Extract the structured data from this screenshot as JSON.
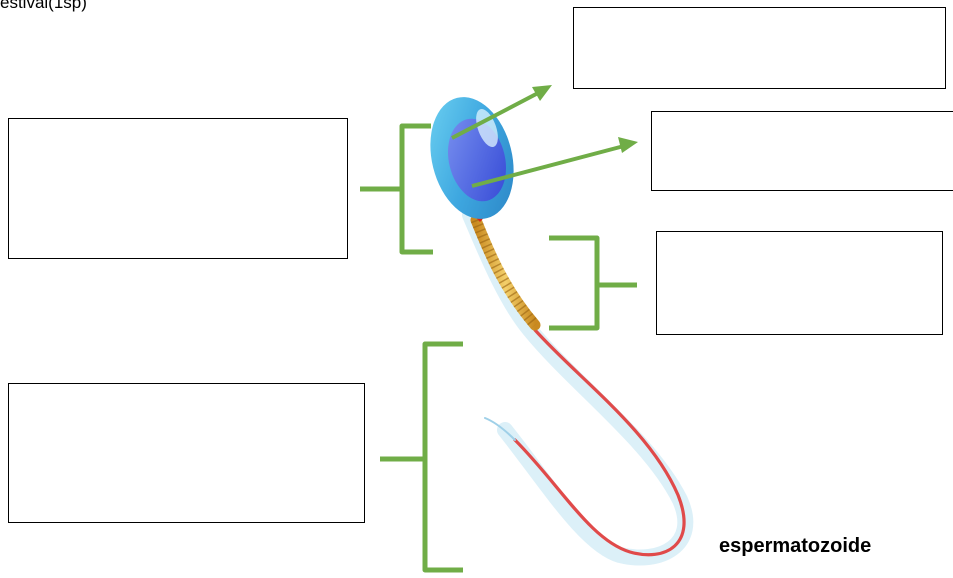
{
  "header": {
    "text": "estival(1sp)"
  },
  "caption": {
    "text": "espermatozoide"
  },
  "colors": {
    "bracket_arrow": "#70ad47",
    "head_blue": "#3b9bd8",
    "nucleus": "#4a5fe0",
    "neck_red": "#d9251d",
    "midpiece_gold": "#e0b040",
    "tail_red": "#e04040",
    "tail_halo": "#9fd0e8"
  },
  "answer_boxes": [
    {
      "id": "acrosome-answer",
      "value": ""
    },
    {
      "id": "nucleus-answer",
      "value": ""
    },
    {
      "id": "head-answer",
      "value": ""
    },
    {
      "id": "midpiece-answer",
      "value": ""
    },
    {
      "id": "tail-answer",
      "value": ""
    }
  ]
}
